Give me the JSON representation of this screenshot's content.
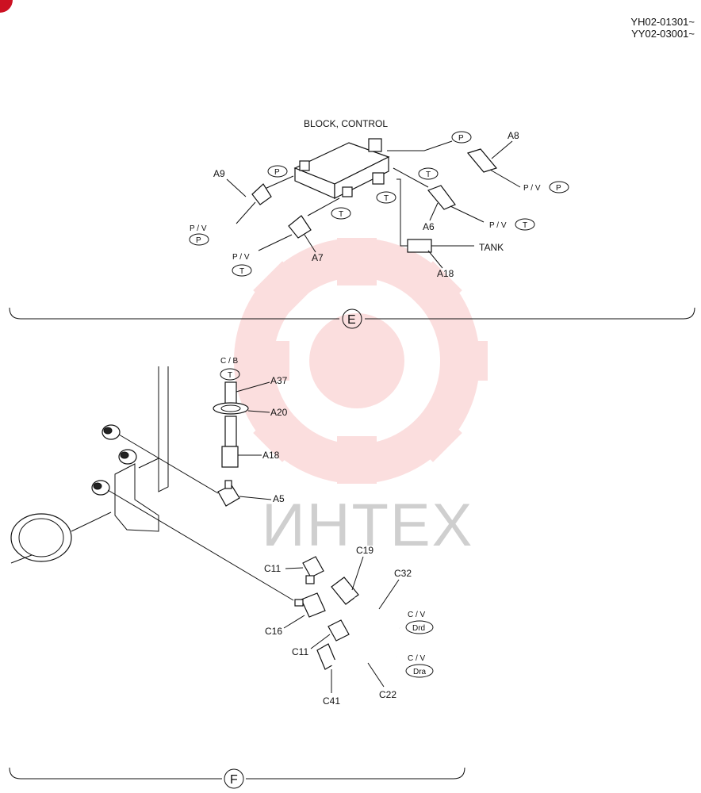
{
  "header": {
    "serial_line_1": "YH02-01301~",
    "serial_line_2": "YY02-03001~"
  },
  "watermark": {
    "text": "ИНТЕХ",
    "color": "#f5a3a3"
  },
  "section_e": {
    "letter": "E",
    "block_label": "BLOCK, CONTROL",
    "tank_label": "TANK",
    "pv_label": "P / V",
    "port_p": "P",
    "port_t": "T",
    "parts": {
      "a6": "A6",
      "a7": "A7",
      "a8": "A8",
      "a9": "A9",
      "a18": "A18"
    }
  },
  "section_f": {
    "letter": "F",
    "cb_label": "C / B",
    "cv_label": "C / V",
    "port_t": "T",
    "port_drd": "Drd",
    "port_dra": "Dra",
    "parts": {
      "a37": "A37",
      "a20": "A20",
      "a18": "A18",
      "a5": "A5",
      "c11_top": "C11",
      "c19": "C19",
      "c32": "C32",
      "c16": "C16",
      "c11_bottom": "C11",
      "c41": "C41",
      "c22": "C22"
    }
  }
}
